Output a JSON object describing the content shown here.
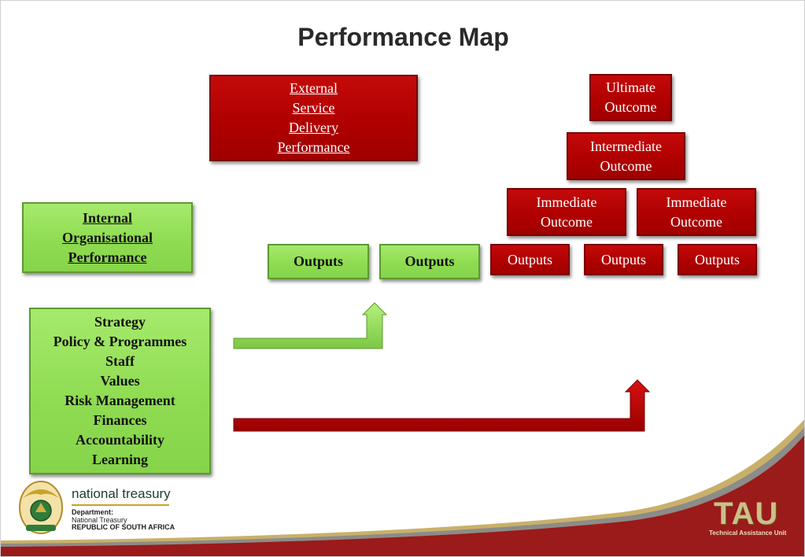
{
  "title": "Performance Map",
  "external": {
    "lines": [
      "External",
      "Service",
      "Delivery",
      "Performance"
    ]
  },
  "ultimate": {
    "lines": [
      "Ultimate",
      "Outcome"
    ]
  },
  "intermediate": {
    "lines": [
      "Intermediate",
      "Outcome"
    ]
  },
  "immediate": [
    {
      "lines": [
        "Immediate",
        "Outcome"
      ]
    },
    {
      "lines": [
        "Immediate",
        "Outcome"
      ]
    }
  ],
  "internal": {
    "lines": [
      "Internal",
      "Organisational",
      "Performance"
    ]
  },
  "outputs_green": [
    "Outputs",
    "Outputs"
  ],
  "outputs_red": [
    "Outputs",
    "Outputs",
    "Outputs"
  ],
  "drivers": [
    "Strategy",
    "Policy & Programmes",
    "Staff",
    "Values",
    "Risk Management",
    "Finances",
    "Accountability",
    "Learning"
  ],
  "footer": {
    "nt_name": "national treasury",
    "nt_line1": "Department:",
    "nt_line2": "National Treasury",
    "nt_line3": "REPUBLIC OF SOUTH AFRICA",
    "tau": "TAU",
    "tau_sub": "Technical Assistance Unit"
  },
  "colors": {
    "red": "#b00000",
    "green": "#8fdc52",
    "band": "#9b1a1a",
    "gold": "#c9a227"
  }
}
